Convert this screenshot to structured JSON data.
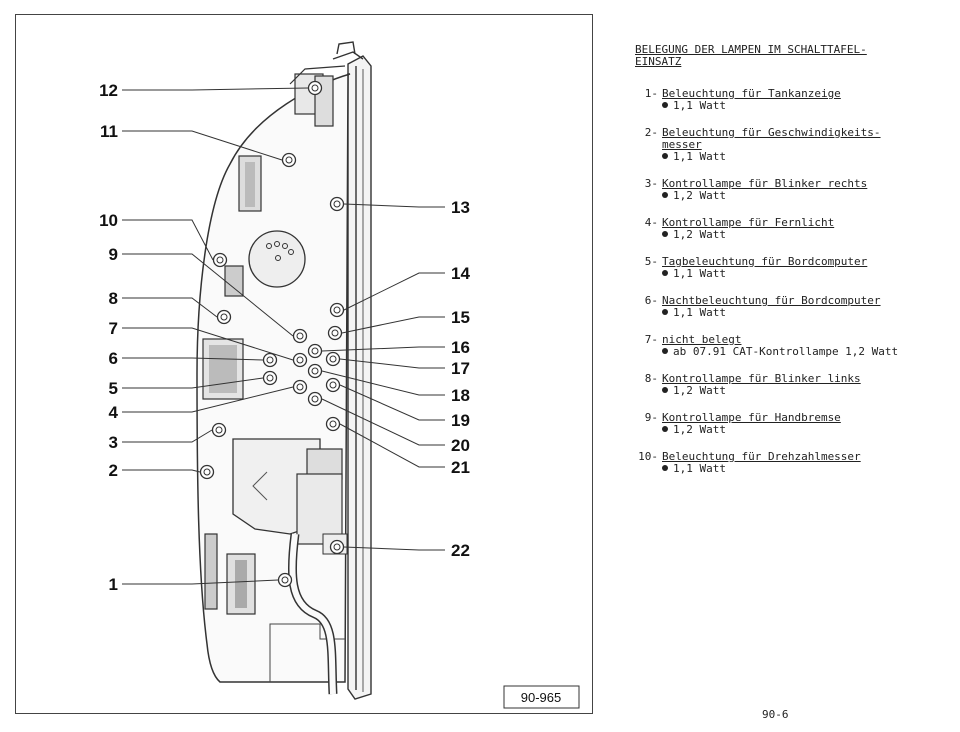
{
  "figure": {
    "id_label": "90-965",
    "callouts": [
      "1",
      "2",
      "3",
      "4",
      "5",
      "6",
      "7",
      "8",
      "9",
      "10",
      "11",
      "12",
      "13",
      "14",
      "15",
      "16",
      "17",
      "18",
      "19",
      "20",
      "21",
      "22"
    ]
  },
  "legend": {
    "title_lines": [
      "BELEGUNG DER LAMPEN IM SCHALTTAFEL-",
      "EINSATZ"
    ],
    "entries": [
      {
        "num": "1-",
        "desc": [
          "Beleuchtung für Tankanzeige"
        ],
        "spec": "1,1 Watt"
      },
      {
        "num": "2-",
        "desc": [
          "Beleuchtung für Geschwindigkeits-",
          "messer"
        ],
        "spec": "1,1 Watt"
      },
      {
        "num": "3-",
        "desc": [
          "Kontrollampe für Blinker rechts"
        ],
        "spec": "1,2 Watt"
      },
      {
        "num": "4-",
        "desc": [
          "Kontrollampe für Fernlicht"
        ],
        "spec": "1,2 Watt"
      },
      {
        "num": "5-",
        "desc": [
          "Tagbeleuchtung für Bordcomputer"
        ],
        "spec": "1,1 Watt"
      },
      {
        "num": "6-",
        "desc": [
          "Nachtbeleuchtung für Bordcomputer"
        ],
        "spec": "1,1 Watt"
      },
      {
        "num": "7-",
        "desc": [
          "nicht belegt"
        ],
        "spec": "ab 07.91 CAT-Kontrollampe 1,2 Watt"
      },
      {
        "num": "8-",
        "desc": [
          "Kontrollampe für Blinker links"
        ],
        "spec": "1,2 Watt"
      },
      {
        "num": "9-",
        "desc": [
          "Kontrollampe für Handbremse"
        ],
        "spec": "1,2 Watt"
      },
      {
        "num": "10-",
        "desc": [
          "Beleuchtung für Drehzahlmesser"
        ],
        "spec": "1,1 Watt"
      }
    ]
  },
  "page_number": "90-6"
}
